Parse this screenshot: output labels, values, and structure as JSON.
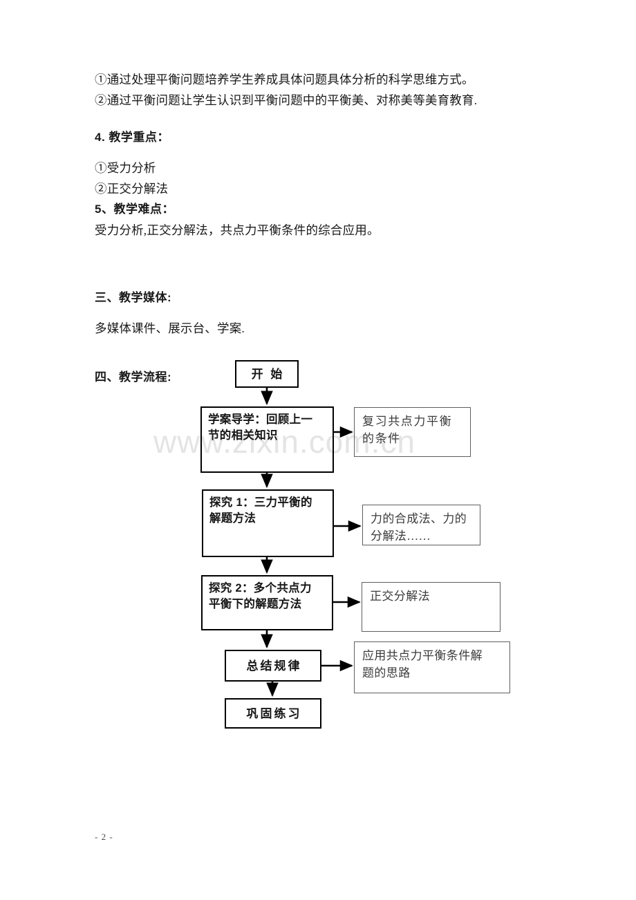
{
  "document": {
    "page_number": "- 2 -",
    "watermark": "www.zixin.com.cn",
    "body": {
      "objective_1": "①通过处理平衡问题培养学生养成具体问题具体分析的科学思维方式。",
      "objective_2": "②通过平衡问题让学生认识到平衡问题中的平衡美、对称美等美育教育.",
      "heading_key_points": "4. 教学重点：",
      "key_point_1": "①受力分析",
      "key_point_2": "②正交分解法",
      "heading_difficulties": "5、教学难点：",
      "difficulties_text": "受力分析,正交分解法，共点力平衡条件的综合应用。",
      "heading_media": "三、教学媒体:",
      "media_text": "多媒体课件、展示台、学案.",
      "heading_flow": "四、教学流程:"
    }
  },
  "flowchart": {
    "nodes": {
      "start": "开  始",
      "guided_learning": "学案导学：回顾上一\n节的相关知识",
      "guided_learning_note": "复习共点力平衡\n的条件",
      "inquiry_1": "探究 1：三力平衡的\n解题方法",
      "inquiry_1_note": "力的合成法、力的\n分解法……",
      "inquiry_2": "探究 2：多个共点力\n平衡下的解题方法",
      "inquiry_2_note": "正交分解法",
      "summary": "总结规律",
      "summary_note": "应用共点力平衡条件解\n题的思路",
      "practice": "巩固练习"
    }
  }
}
